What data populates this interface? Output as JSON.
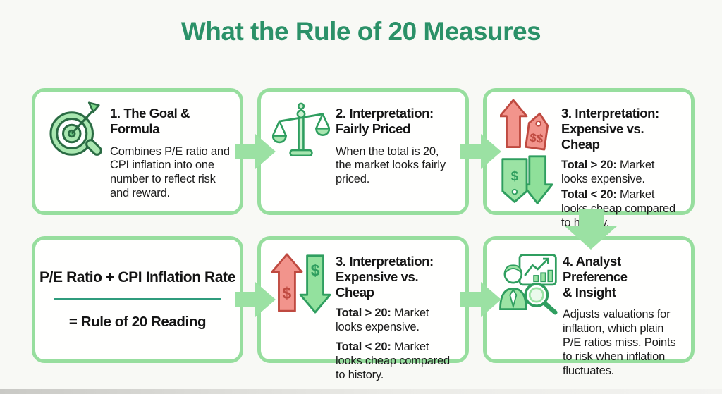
{
  "page_title": "What the Rule of 20 Measures",
  "colors": {
    "title_green": "#2b9168",
    "box_border_green": "#97de9e",
    "arrow_green": "#9be1a3",
    "icon_green_fill": "#9be3a4",
    "icon_green_stroke": "#2f9e5f",
    "icon_red_fill": "#f2948c",
    "icon_red_stroke": "#bf4a40",
    "formula_divider": "#2f9c7c",
    "text_black": "#1a1a1a"
  },
  "boxes": {
    "goal": {
      "icon": "target-dart-icon",
      "title1": "1. The Goal &",
      "title2": "Formula",
      "body": "Combines P/E ratio and CPI inflation into one number to reflect risk and reward."
    },
    "fairly_priced": {
      "icon": "balance-scale-icon",
      "title1": "2. Interpretation:",
      "title2": "Fairly Priced",
      "body": "When the total is 20, the market looks fairly priced."
    },
    "expensive_cheap_top": {
      "icon": "arrow-up-price-tags-icon",
      "title1": "3. Interpretation:",
      "title2": "Expensive vs. Cheap",
      "rules": [
        {
          "lead": "Total > 20:",
          "rest": " Market looks expensive."
        },
        {
          "lead": "Total < 20:",
          "rest": " Market looks cheap compared to history."
        }
      ]
    },
    "formula": {
      "numerator": "P/E Ratio + CPI Inflation Rate",
      "result": "= Rule of 20 Reading"
    },
    "expensive_cheap_bottom": {
      "icon": "dollar-arrows-up-down-icon",
      "title1": "3. Interpretation:",
      "title2": "Expensive vs. Cheap",
      "rules": [
        {
          "lead": "Total > 20:",
          "rest": " Market looks expensive."
        },
        {
          "lead": "Total < 20:",
          "rest": " Market looks cheap compared to history."
        }
      ]
    },
    "analyst": {
      "icon": "analyst-chart-magnifier-icon",
      "title1": "4. Analyst Preference",
      "title2": "& Insight",
      "body": "Adjusts valuations for inflation, which plain P/E ratios miss. Points to risk when inflation fluctuates."
    }
  }
}
